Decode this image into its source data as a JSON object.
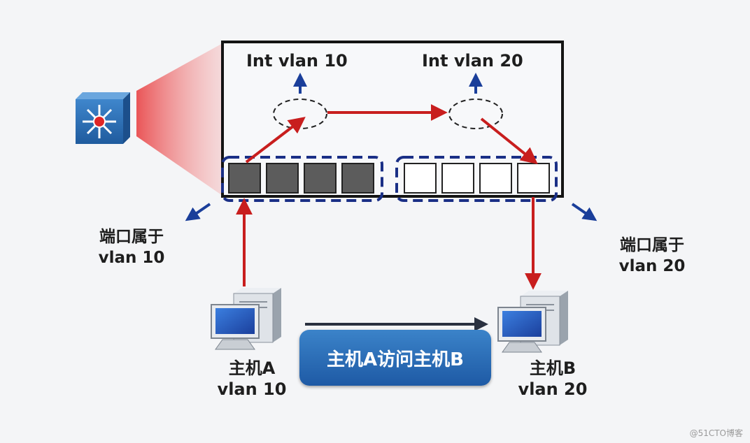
{
  "labels": {
    "int_vlan_10": "Int vlan 10",
    "int_vlan_20": "Int vlan 20",
    "port_left_line1": "端口属于",
    "port_left_line2": "vlan 10",
    "port_right_line1": "端口属于",
    "port_right_line2": "vlan 20",
    "host_a_name": "主机A",
    "host_a_vlan": "vlan 10",
    "host_b_name": "主机B",
    "host_b_vlan": "vlan 20",
    "banner": "主机A访问主机B",
    "watermark": "@51CTO博客"
  },
  "colors": {
    "path_red": "#c81e1e",
    "arrow_blue": "#1a3e9a",
    "vlan10_port": "#5c5c5c",
    "vlan20_port": "#ffffff",
    "switch_blue": "#2f6fb3",
    "banner_blue": "#2564ae"
  },
  "ports": {
    "vlan10_count": 4,
    "vlan20_count": 4
  }
}
